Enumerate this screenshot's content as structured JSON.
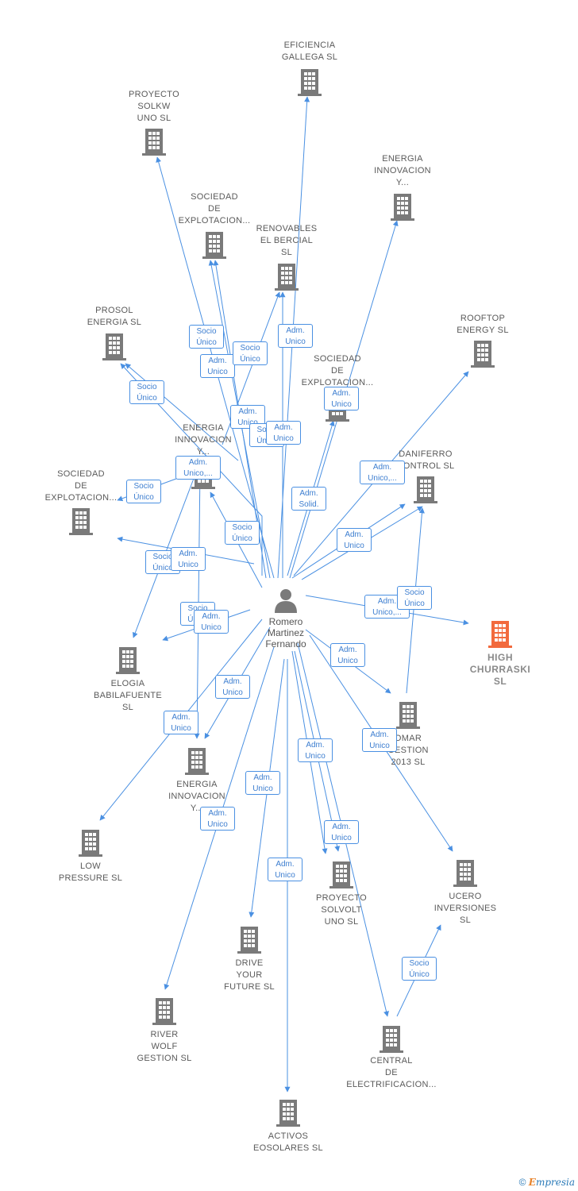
{
  "nodes": [
    {
      "id": "eficiencia",
      "label": "EFICIENCIA\nGALLEGA SL"
    },
    {
      "id": "proyecto_solkw",
      "label": "PROYECTO\nSOLKW\nUNO SL"
    },
    {
      "id": "energia_top",
      "label": "ENERGIA\nINNOVACION\nY..."
    },
    {
      "id": "sociedad_top",
      "label": "SOCIEDAD\nDE\nEXPLOTACION..."
    },
    {
      "id": "renovables",
      "label": "RENOVABLES\nEL BERCIAL\nSL"
    },
    {
      "id": "prosol",
      "label": "PROSOL\nENERGIA SL"
    },
    {
      "id": "rooftop",
      "label": "ROOFTOP\nENERGY SL"
    },
    {
      "id": "sociedad_mid",
      "label": "SOCIEDAD\nDE\nEXPLOTACION..."
    },
    {
      "id": "energia_mid",
      "label": "ENERGIA\nINNOVACION\nY..."
    },
    {
      "id": "daniferro",
      "label": "DANIFERRO\nCONTROL SL"
    },
    {
      "id": "sociedad_left",
      "label": "SOCIEDAD\nDE\nEXPLOTACION..."
    },
    {
      "id": "high",
      "label": "HIGH\nCHURRASKI\nSL",
      "highlight": true
    },
    {
      "id": "elogia",
      "label": "ELOGIA\nBABILAFUENTE\nSL"
    },
    {
      "id": "omar",
      "label": "OMAR\nGESTION\n2013 SL"
    },
    {
      "id": "energia_low",
      "label": "ENERGIA\nINNOVACION\nY..."
    },
    {
      "id": "low_pressure",
      "label": "LOW\nPRESSURE SL"
    },
    {
      "id": "ucero",
      "label": "UCERO\nINVERSIONES\nSL"
    },
    {
      "id": "proyecto_solvolt",
      "label": "PROYECTO\nSOLVOLT\nUNO SL"
    },
    {
      "id": "drive",
      "label": "DRIVE\nYOUR\nFUTURE SL"
    },
    {
      "id": "river",
      "label": "RIVER\nWOLF\nGESTION SL"
    },
    {
      "id": "central",
      "label": "CENTRAL\nDE\nELECTRIFICACION..."
    },
    {
      "id": "activos",
      "label": "ACTIVOS\nEOSOLARES SL"
    }
  ],
  "person": {
    "label": "Romero\nMartinez\nFernando"
  },
  "badges": [
    {
      "text": "Socio\nÚnico"
    },
    {
      "text": "Adm.\nUnico"
    },
    {
      "text": "Socio\nÚnico"
    },
    {
      "text": "Adm.\nUnico"
    },
    {
      "text": "Adm.\nUnico"
    },
    {
      "text": "Socio\nÚnico"
    },
    {
      "text": "Adm.\nUnico"
    },
    {
      "text": "Socio\nÚnico"
    },
    {
      "text": "Adm.\nUnico"
    },
    {
      "text": "Adm.\nUnico,..."
    },
    {
      "text": "Adm.\nUnico,..."
    },
    {
      "text": "Socio\nÚnico"
    },
    {
      "text": "Adm.\nSolid."
    },
    {
      "text": "Socio\nÚnico"
    },
    {
      "text": "Adm.\nUnico"
    },
    {
      "text": "Socio\nÚnico"
    },
    {
      "text": "Adm.\nUnico"
    },
    {
      "text": "Socio\nÚnico"
    },
    {
      "text": "Adm.\nUnico,..."
    },
    {
      "text": "Adm.\nUnico"
    },
    {
      "text": "Socio\nÚnico"
    },
    {
      "text": "Adm.\nUnico"
    },
    {
      "text": "Adm.\nUnico"
    },
    {
      "text": "Adm.\nUnico"
    },
    {
      "text": "Adm.\nUnico"
    },
    {
      "text": "Adm.\nUnico"
    },
    {
      "text": "Adm.\nUnico"
    },
    {
      "text": "Adm.\nUnico"
    },
    {
      "text": "Adm.\nUnico"
    },
    {
      "text": "Adm.\nUnico"
    },
    {
      "text": "Socio\nÚnico"
    }
  ],
  "colors": {
    "edge": "#4a90e2",
    "building": "#7a7a7a",
    "highlight": "#f26a3d",
    "person": "#7a7a7a"
  },
  "footer": {
    "copyright": "©",
    "brand_first": "E",
    "brand_rest": "mpresia"
  }
}
